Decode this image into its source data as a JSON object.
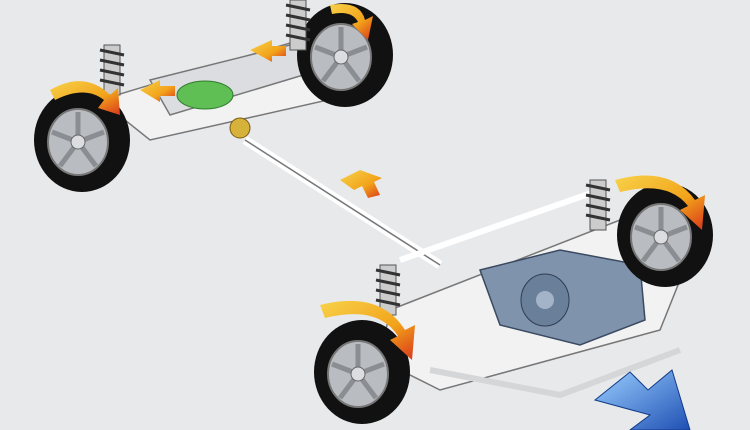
{
  "colors": {
    "background": "#e8e9eb",
    "tire": "#111111",
    "rim": "#b9bcc0",
    "frame": "#d9dadc",
    "gearbox": "#7f93ad",
    "differential": "#5fbf55",
    "arrow_orange": "#f2a31a",
    "arrow_red": "#d9361c",
    "arrow_blue": "#1f5fc4"
  },
  "icons": [
    "wheel",
    "shock-absorber",
    "drive-shaft",
    "engine-gearbox",
    "rear-differential",
    "torque-arrow",
    "direction-arrow"
  ]
}
